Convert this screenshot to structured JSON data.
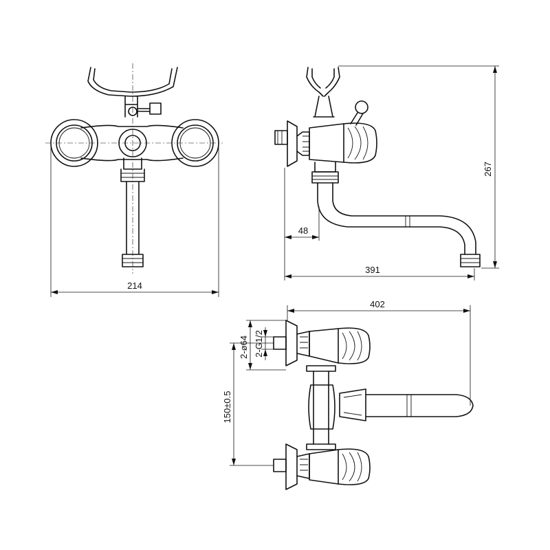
{
  "dimensions": {
    "front_width": "214",
    "side_height": "267",
    "side_offset": "48",
    "side_length": "391",
    "top_length": "402",
    "top_diameter": "2-ø64",
    "top_thread": "2-G1/2",
    "top_spacing": "150±0.5"
  }
}
